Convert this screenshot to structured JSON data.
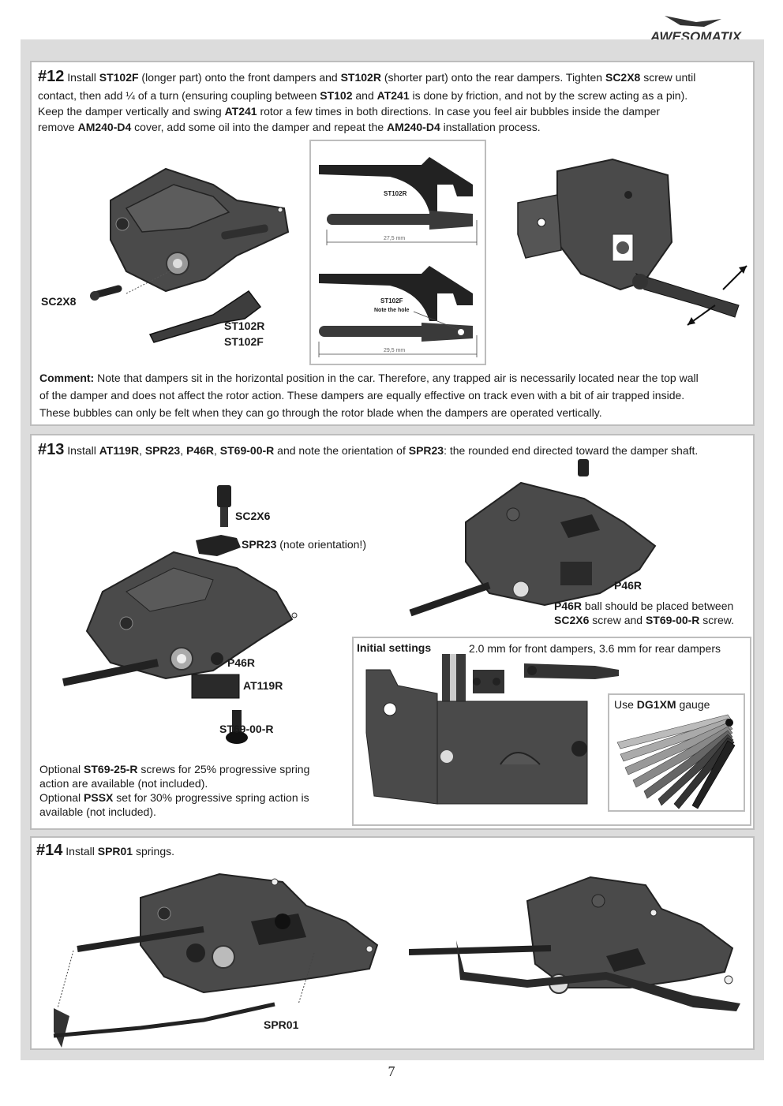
{
  "brand": "AWESOMATIX",
  "page_number": "7",
  "step12": {
    "num": "#12",
    "line1_a": " Install ",
    "line1_b": "ST102F",
    "line1_c": " (longer part) onto the front dampers and ",
    "line1_d": "ST102R",
    "line1_e": " (shorter part) onto the rear dampers. Tighten ",
    "line1_f": "SC2X8",
    "line1_g": " screw until",
    "line2_a": "contact, then add ¼ of a turn (ensuring coupling between ",
    "line2_b": "ST102",
    "line2_c": " and ",
    "line2_d": "AT241",
    "line2_e": " is done by friction, and not by the screw acting as a pin).",
    "line3_a": "Keep the damper vertically and swing ",
    "line3_b": "AT241",
    "line3_c": " rotor a few times in both directions. In case you feel air bubbles inside the damper",
    "line4_a": "remove ",
    "line4_b": "AM240-D4",
    "line4_c": " cover, add some oil into the damper and repeat the ",
    "line4_d": "AM240-D4",
    "line4_e": " installation process.",
    "labels": {
      "sc2x8": "SC2X8",
      "st102r": "ST102R",
      "st102f": "ST102F"
    },
    "inset": {
      "top_label": "ST102R",
      "top_dim": "27,5 mm",
      "bottom_label": "ST102F",
      "hole_note": "Note the hole",
      "bottom_dim": "29,5 mm"
    },
    "comment_label": "Comment:",
    "comment_1": " Note that dampers sit in the horizontal position in the car. Therefore, any trapped air is necessarily located near the top wall",
    "comment_2": "of the damper and does not affect the rotor action. These dampers are equally effective on track even with a bit of air trapped inside.",
    "comment_3": "These bubbles can only be felt when they can go through the rotor blade when the dampers are operated vertically."
  },
  "step13": {
    "num": "#13",
    "t_a": " Install ",
    "t_b": "AT119R",
    "t_c": ", ",
    "t_d": "SPR23",
    "t_e": ", ",
    "t_f": "P46R",
    "t_g": ", ",
    "t_h": "ST69-00-R",
    "t_i": " and note the orientation of ",
    "t_j": "SPR23",
    "t_k": ": the rounded end directed toward the damper shaft.",
    "labels": {
      "sc2x6": "SC2X6",
      "spr23": "SPR23",
      "spr23_note": " (note orientation!)",
      "p46r": "P46R",
      "at119r": "AT119R",
      "st6900r": "ST69-00-R",
      "p46r_right": "P46R"
    },
    "p46r_note_a": "P46R",
    "p46r_note_b": " ball should be placed between",
    "p46r_note_c": "SC2X6",
    "p46r_note_d": " screw and ",
    "p46r_note_e": "ST69-00-R",
    "p46r_note_f": " screw.",
    "opt1_a": "Optional ",
    "opt1_b": "ST69-25-R",
    "opt1_c": " screws for 25% progressive spring",
    "opt1_d": "action are available (not included).",
    "opt2_a": "Optional ",
    "opt2_b": "PSSX",
    "opt2_c": " set for 30% progressive spring action is",
    "opt2_d": "available (not included).",
    "initial_label": "Initial settings",
    "initial_text": "2.0 mm for front dampers, 3.6 mm for rear dampers",
    "gauge_a": "Use ",
    "gauge_b": "DG1XM",
    "gauge_c": " gauge"
  },
  "step14": {
    "num": "#14",
    "t_a": " Install ",
    "t_b": "SPR01",
    "t_c": " springs.",
    "label_spr01": "SPR01"
  }
}
